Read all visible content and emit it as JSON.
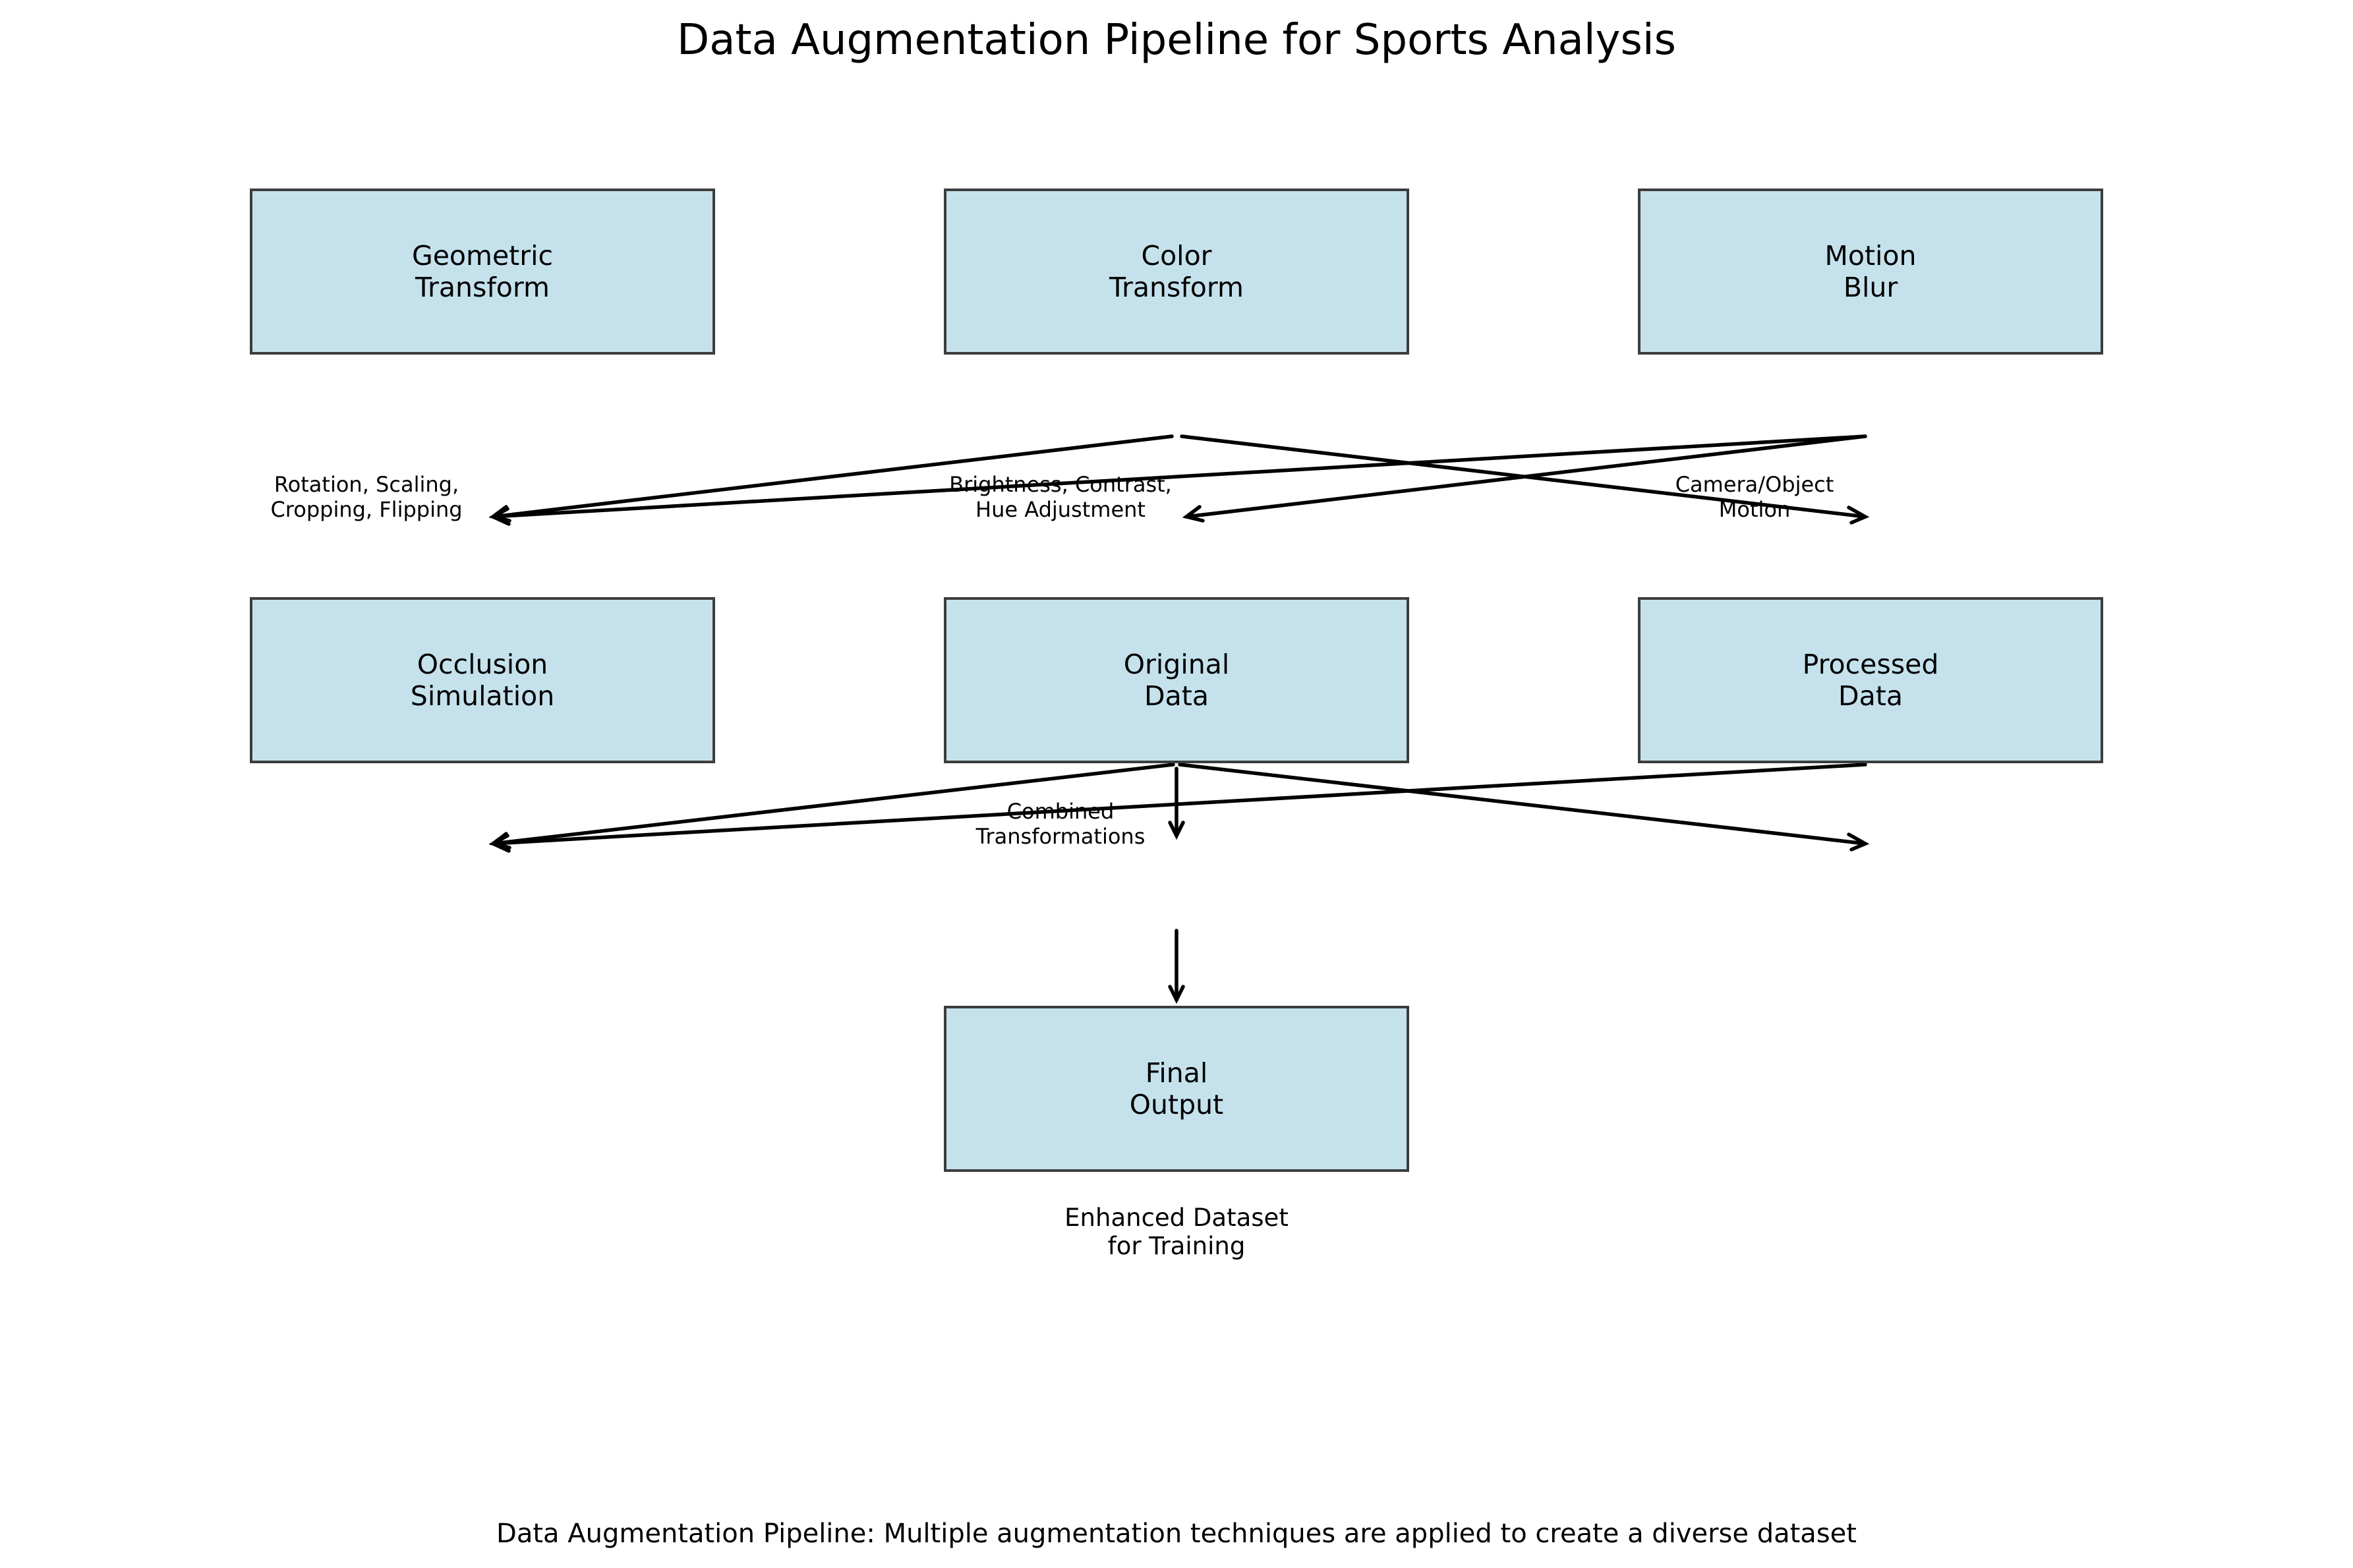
{
  "title": "Data Augmentation Pipeline for Sports Analysis",
  "caption": "Data Augmentation Pipeline: Multiple augmentation techniques are applied to create a diverse dataset",
  "colors": {
    "box_fill": "#c5e2ec",
    "box_stroke": "#3d3d3d",
    "arrow": "#000000"
  },
  "nodes": {
    "geometric": [
      "Geometric",
      "Transform"
    ],
    "color": [
      "Color",
      "Transform"
    ],
    "motion": [
      "Motion",
      "Blur"
    ],
    "occlusion": [
      "Occlusion",
      "Simulation"
    ],
    "original": [
      "Original",
      "Data"
    ],
    "processed": [
      "Processed",
      "Data"
    ],
    "final": [
      "Final",
      "Output"
    ]
  },
  "labels": {
    "geometric_desc": [
      "Rotation, Scaling,",
      "Cropping, Flipping"
    ],
    "color_desc": [
      "Brightness, Contrast,",
      "Hue Adjustment"
    ],
    "motion_desc": [
      "Camera/Object",
      "Motion"
    ],
    "combined": [
      "Combined",
      "Transformations"
    ],
    "final_desc": [
      "Enhanced Dataset",
      "for Training"
    ]
  }
}
